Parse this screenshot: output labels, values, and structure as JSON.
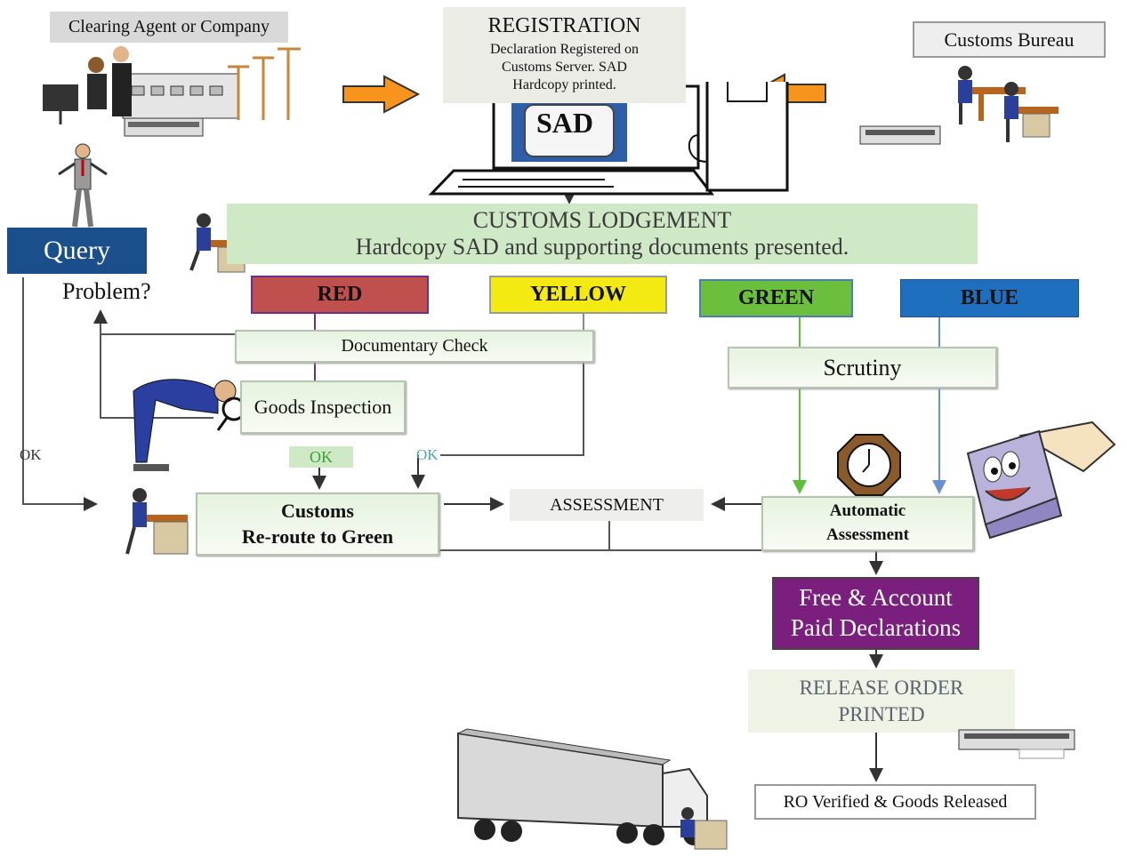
{
  "clearing_agent": {
    "label": "Clearing Agent or Company"
  },
  "registration": {
    "title": "REGISTRATION",
    "body": "Declaration  Registered on Customs Server. SAD Hardcopy printed.",
    "sad_label": "SAD"
  },
  "customs_bureau": {
    "label": "Customs Bureau"
  },
  "lodgement": {
    "title": "CUSTOMS LODGEMENT",
    "subtitle": "Hardcopy SAD and supporting documents presented."
  },
  "query": {
    "label": "Query",
    "problem": "Problem?"
  },
  "channels": [
    {
      "label": "RED",
      "color": "#c0504d",
      "border": "#6b2e8a"
    },
    {
      "label": "YELLOW",
      "color": "#f2ea10",
      "border": "#999999"
    },
    {
      "label": "GREEN",
      "color": "#6cbf3c",
      "border": "#4a7fb0"
    },
    {
      "label": "BLUE",
      "color": "#1f6fbf",
      "border": "#1f4f8f"
    }
  ],
  "documentary_check": "Documentary Check",
  "goods_inspection": "Goods Inspection",
  "scrutiny": "Scrutiny",
  "ok_labels": {
    "left": "OK",
    "inspection": "OK",
    "yellow": "OK"
  },
  "customs_reroute": {
    "line1": "Customs",
    "line2": "Re-route to Green"
  },
  "assessment": "ASSESSMENT",
  "automatic_assessment": {
    "line1": "Automatic",
    "line2": "Assessment"
  },
  "free_account": {
    "line1": "Free & Account",
    "line2": "Paid Declarations",
    "color": "#7b1f7e"
  },
  "release_order": {
    "line1": "RELEASE ORDER",
    "line2": "PRINTED"
  },
  "ro_verified": "RO  Verified & Goods Released"
}
